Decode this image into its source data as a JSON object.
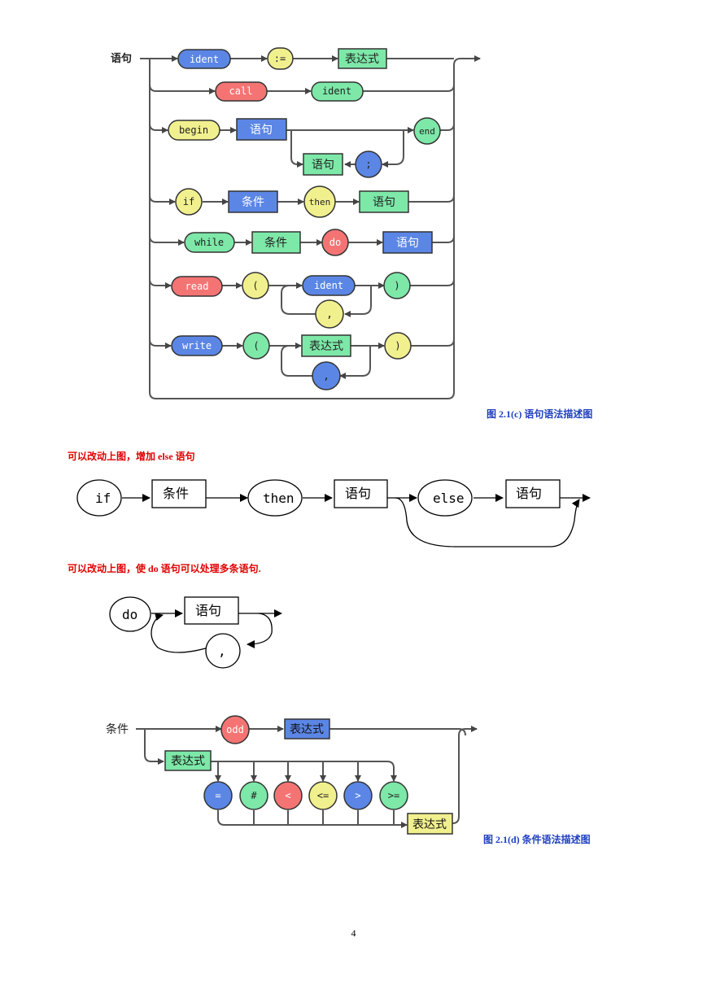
{
  "diagram_c": {
    "start_label": "语句",
    "row1": {
      "ident": "ident",
      "assign": ":=",
      "expr": "表达式"
    },
    "row2": {
      "call": "call",
      "ident": "ident"
    },
    "row3": {
      "begin": "begin",
      "stmt": "语句",
      "end": "end",
      "stmt_loop": "语句",
      "semicolon": ";"
    },
    "row4": {
      "if": "if",
      "cond": "条件",
      "then": "then",
      "stmt": "语句"
    },
    "row5": {
      "while": "while",
      "cond": "条件",
      "do": "do",
      "stmt": "语句"
    },
    "row6": {
      "read": "read",
      "lparen": "(",
      "ident": "ident",
      "rparen": ")",
      "comma": ","
    },
    "row7": {
      "write": "write",
      "lparen": "(",
      "expr": "表达式",
      "rparen": ")",
      "comma": ","
    },
    "caption": "图 2.1(c)  语句语法描述图"
  },
  "note_else": "可以改动上图，增加 else 语句",
  "diagram_else": {
    "if": "if",
    "cond": "条件",
    "then": "then",
    "stmt1": "语句",
    "else": "else",
    "stmt2": "语句"
  },
  "note_do": "可以改动上图，使 do 语句可以处理多条语句.",
  "diagram_do": {
    "do": "do",
    "stmt": "语句",
    "comma": ","
  },
  "diagram_d": {
    "start_label": "条件",
    "odd": "odd",
    "expr_top": "表达式",
    "expr_left": "表达式",
    "ops": [
      "=",
      "#",
      "<",
      "<=",
      ">",
      ">="
    ],
    "expr_right": "表达式",
    "caption": "图  2.1(d)  条件语法描述图"
  },
  "page_number": "4",
  "colors": {
    "blue": "#5b86e5",
    "green": "#7de8a8",
    "red": "#f47474",
    "yellow": "#f1f08e",
    "line": "#555555",
    "caption_blue": "#1f3fbf",
    "note_red": "#e00000"
  }
}
